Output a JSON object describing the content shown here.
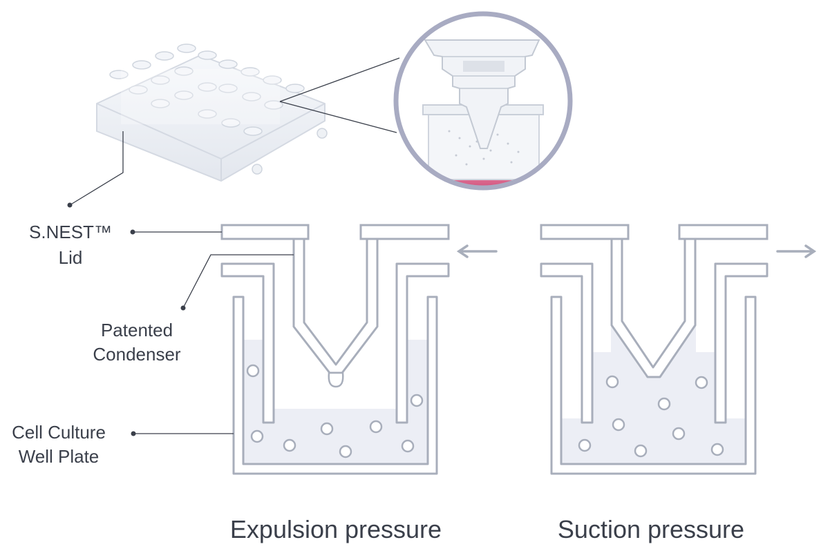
{
  "labels": {
    "lid": [
      "S.NEST™",
      "Lid"
    ],
    "condenser": [
      "Patented",
      "Condenser"
    ],
    "plate": [
      "Cell Culture",
      "Well Plate"
    ]
  },
  "captions": {
    "left": "Expulsion pressure",
    "right": "Suction pressure"
  },
  "colors": {
    "outline": "#a8aebb",
    "liquid": "#eceef5",
    "text": "#3a3f4a",
    "zoom_ring": "#a8abc2",
    "media_pink": "#d9527e"
  },
  "icons": {
    "left_arrow": "arrow-left-icon",
    "right_arrow": "arrow-right-icon"
  }
}
